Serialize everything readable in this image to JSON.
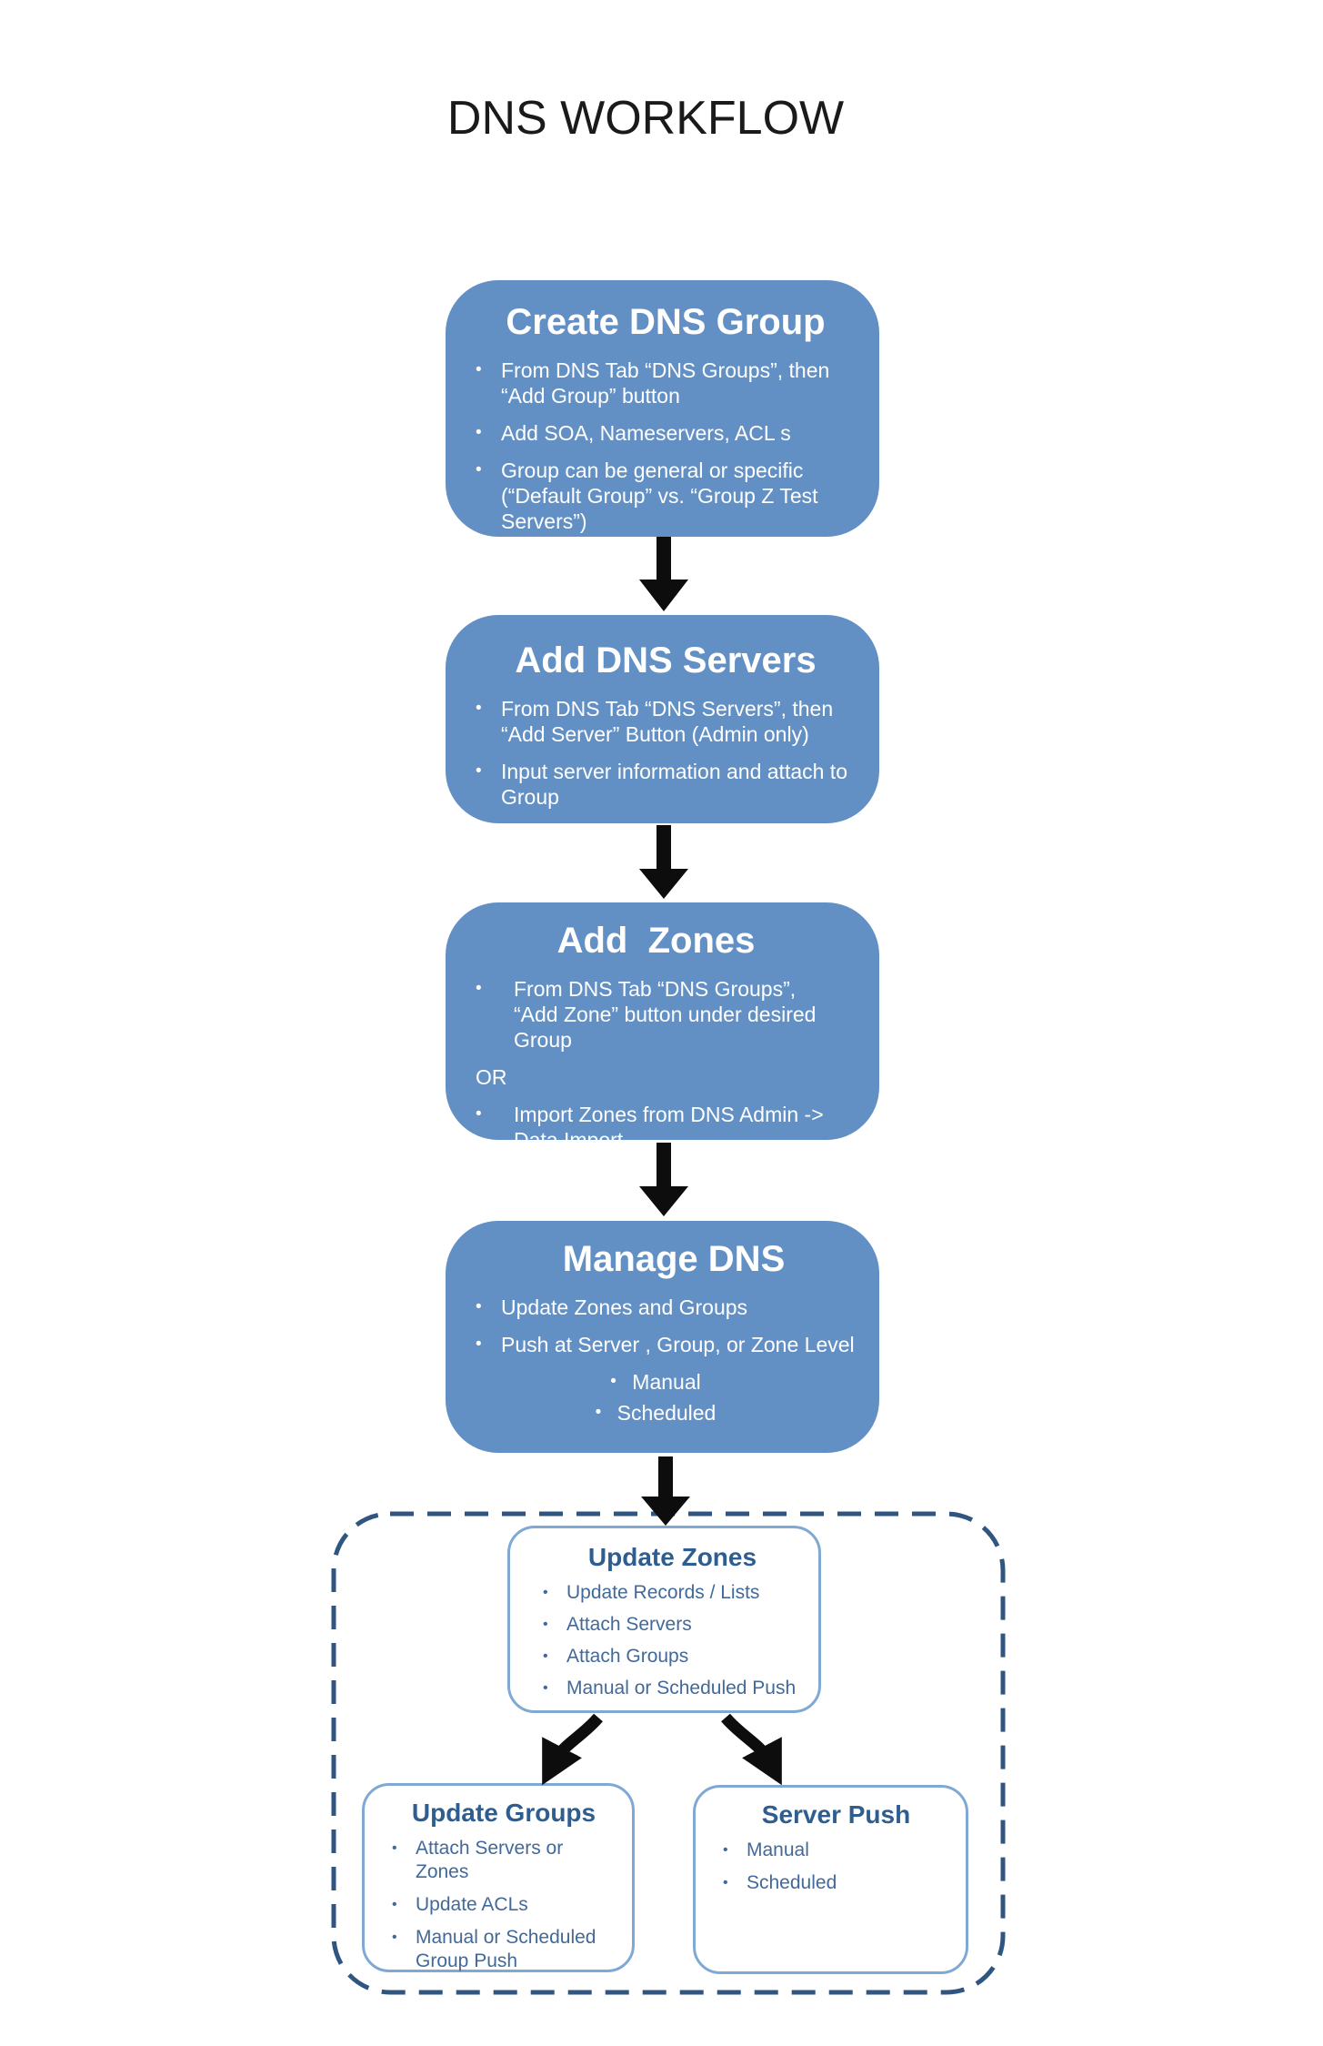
{
  "title": "DNS WORKFLOW",
  "glyphs": {
    "bullet": "•"
  },
  "colors": {
    "background": "#ffffff",
    "box_blue": "#6290c4",
    "box_text": "#ffffff",
    "outline_blue": "#7fa9d4",
    "accent_dark": "#2f5580",
    "white_box_heading": "#2e5e90",
    "white_box_text": "#41699a",
    "arrow_black": "#0d0d0d",
    "title_color": "#1a1a1a"
  },
  "flow": {
    "box1": {
      "heading": "Create DNS Group",
      "bullets": [
        "From DNS Tab “DNS Groups”, then “Add Group” button",
        "Add SOA, Nameservers, ACL s",
        "Group can be general or specific (“Default Group” vs. “Group Z Test Servers”)"
      ]
    },
    "box2": {
      "heading": "Add DNS Servers",
      "bullets": [
        "From DNS Tab “DNS Servers”, then “Add Server” Button (Admin only)",
        "Input server information and attach to Group"
      ]
    },
    "box3": {
      "heading": "Add  Zones",
      "bullet1": "From DNS Tab “DNS Groups”, “Add Zone” button under desired Group",
      "or_label": "OR",
      "bullet2": "Import Zones from DNS Admin -> Data Import"
    },
    "box4": {
      "heading": "Manage DNS",
      "bullets": [
        "Update Zones and Groups",
        "Push at Server , Group, or Zone Level"
      ],
      "sub_bullets": [
        "Manual",
        "Scheduled"
      ]
    },
    "update_zones": {
      "heading": "Update Zones",
      "bullets": [
        "Update Records / Lists",
        "Attach Servers",
        "Attach Groups",
        "Manual or Scheduled Push"
      ]
    },
    "update_groups": {
      "heading": "Update Groups",
      "bullets": [
        "Attach Servers or Zones",
        "Update ACLs",
        "Manual or Scheduled Group Push"
      ]
    },
    "server_push": {
      "heading": "Server Push",
      "bullets": [
        "Manual",
        "Scheduled"
      ]
    }
  }
}
